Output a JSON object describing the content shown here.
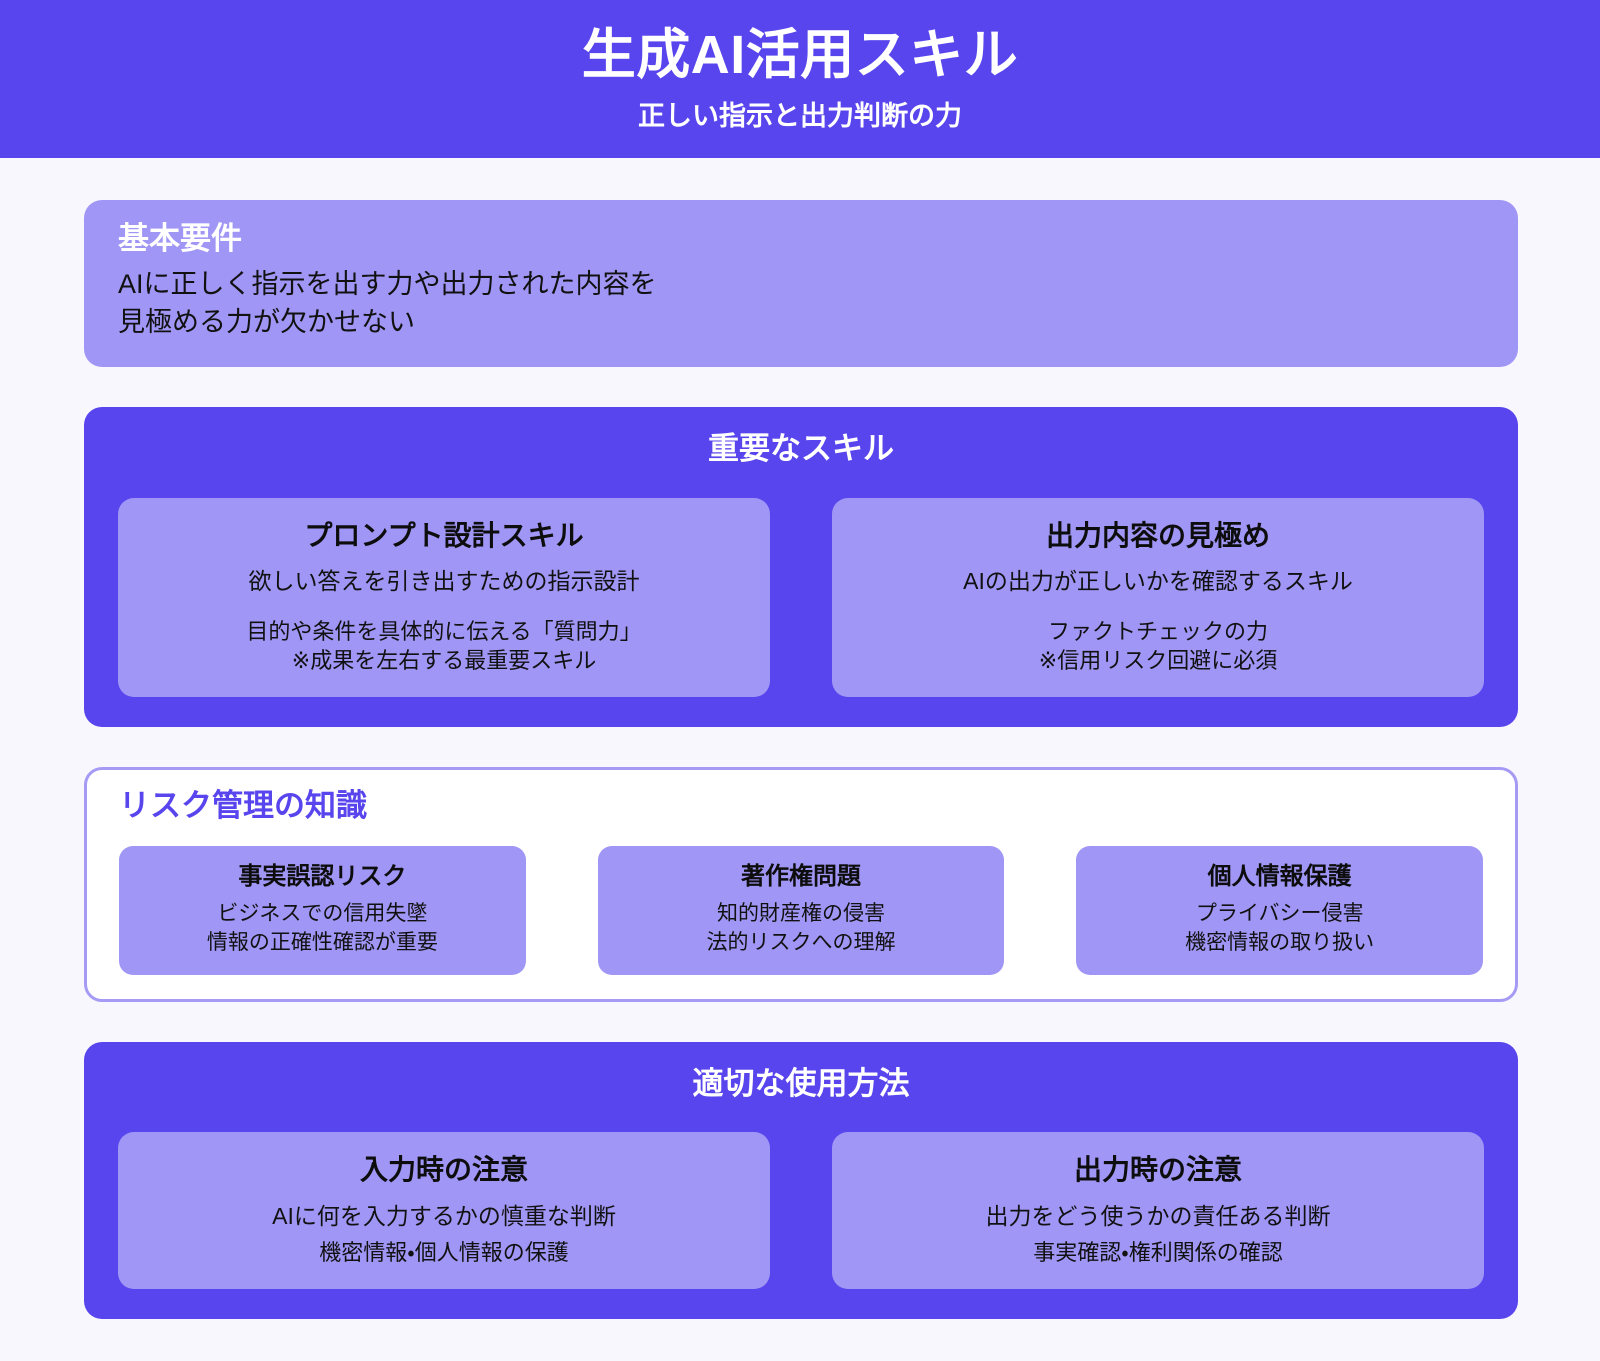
{
  "colors": {
    "brand_deep": "#5845ED",
    "brand_light": "#A096F5",
    "page_background": "#F8F7FE",
    "outline_border": "#A59BF5",
    "text_dark": "#111111",
    "text_light": "#FFFFFF"
  },
  "header": {
    "title": "生成AI活用スキル",
    "subtitle": "正しい指示と出力判断の力"
  },
  "sections": {
    "basic": {
      "title": "基本要件",
      "body": "AIに正しく指示を出す力や出力された内容を\n見極める力が欠かせない"
    },
    "key_skills": {
      "title": "重要なスキル",
      "cards": [
        {
          "title": "プロンプト設計スキル",
          "lead": "欲しい答えを引き出すための指示設計",
          "note": "目的や条件を具体的に伝える「質問力」\n※成果を左右する最重要スキル"
        },
        {
          "title": "出力内容の見極め",
          "lead": "AIの出力が正しいかを確認するスキル",
          "note": "ファクトチェックの力\n※信用リスク回避に必須"
        }
      ]
    },
    "risk_management": {
      "title": "リスク管理の知識",
      "cards": [
        {
          "title": "事実誤認リスク",
          "body": "ビジネスでの信用失墜\n情報の正確性確認が重要"
        },
        {
          "title": "著作権問題",
          "body": "知的財産権の侵害\n法的リスクへの理解"
        },
        {
          "title": "個人情報保護",
          "body": "プライバシー侵害\n機密情報の取り扱い"
        }
      ]
    },
    "proper_usage": {
      "title": "適切な使用方法",
      "cards": [
        {
          "title": "入力時の注意",
          "lead": "AIに何を入力するかの慎重な判断",
          "note": "機密情報・個人情報の保護"
        },
        {
          "title": "出力時の注意",
          "lead": "出力をどう使うかの責任ある判断",
          "note": "事実確認・権利関係の確認"
        }
      ]
    }
  }
}
